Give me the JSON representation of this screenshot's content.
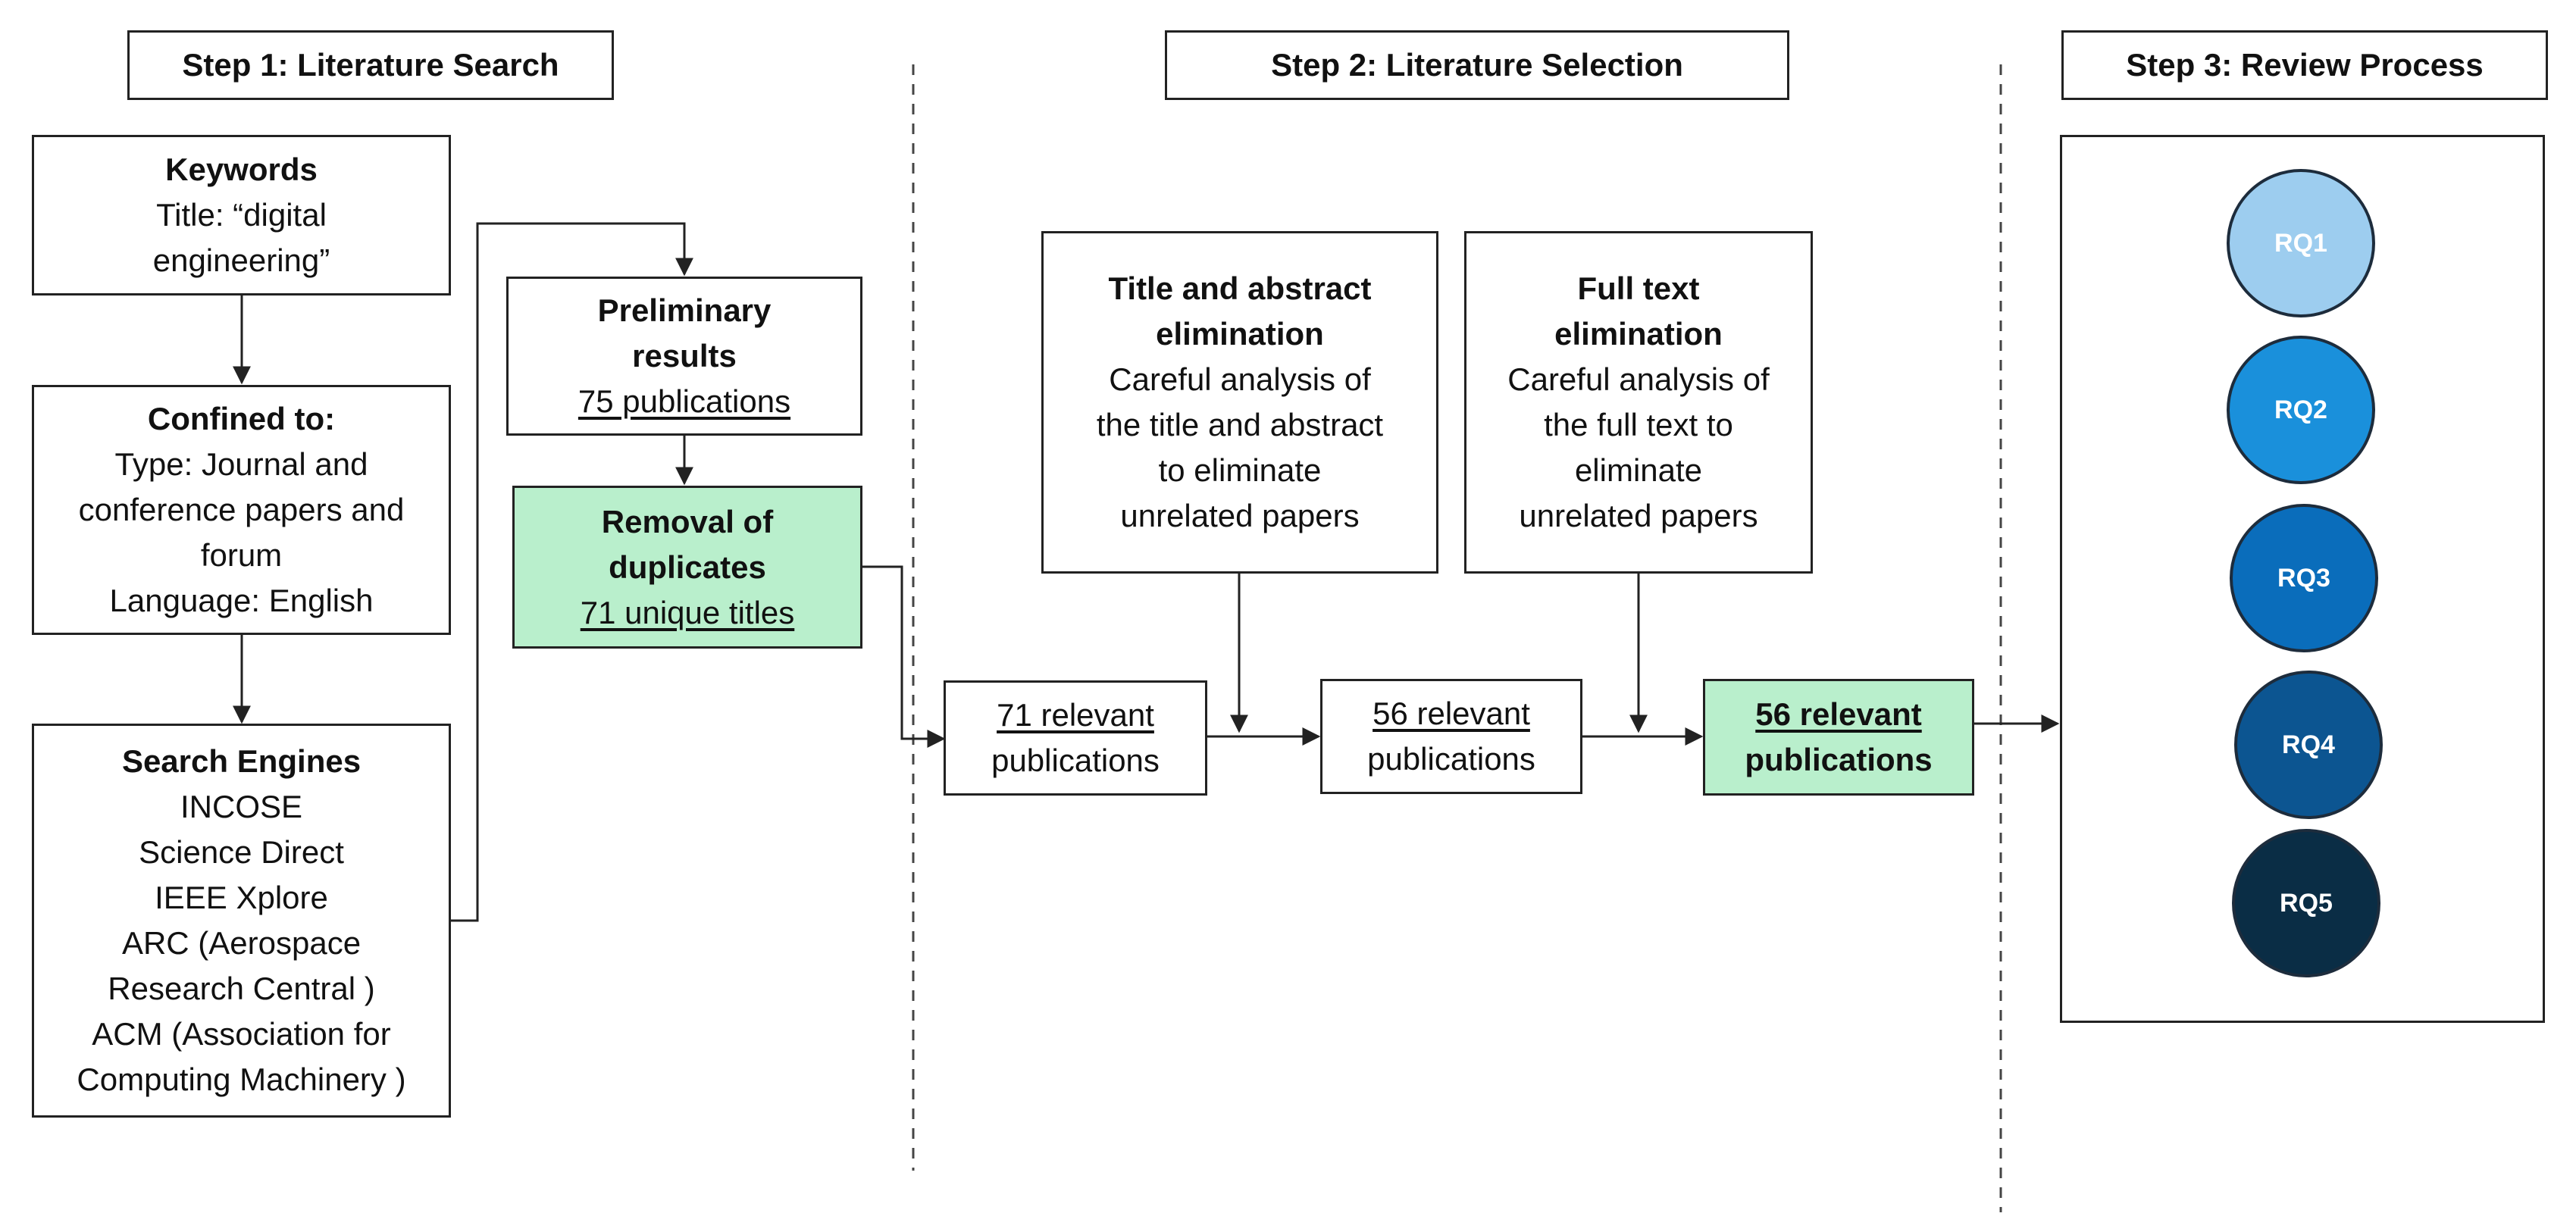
{
  "steps": {
    "step1": "Step 1: Literature Search",
    "step2": "Step 2: Literature Selection",
    "step3": "Step 3: Review Process"
  },
  "keywords": {
    "title": "Keywords",
    "lines": [
      "Title: “digital",
      "engineering”"
    ]
  },
  "confined": {
    "title": "Confined to:",
    "lines": [
      "Type: Journal and",
      "conference papers and",
      "forum",
      "Language: English"
    ]
  },
  "engines": {
    "title": "Search Engines",
    "lines": [
      "INCOSE",
      "Science Direct",
      "IEEE Xplore",
      "ARC (Aerospace",
      "Research Central )",
      "ACM (Association for",
      "Computing Machinery )"
    ]
  },
  "preliminary": {
    "title_lines": [
      "Preliminary",
      "results"
    ],
    "count": "75 publications"
  },
  "duplicates": {
    "title_lines": [
      "Removal of",
      "duplicates"
    ],
    "count": "71 unique titles"
  },
  "title_abstract": {
    "title_lines": [
      "Title and abstract",
      "elimination"
    ],
    "lines": [
      "Careful analysis of",
      "the  title and abstract",
      "to eliminate",
      "unrelated papers"
    ]
  },
  "full_text": {
    "title_lines": [
      "Full text",
      "elimination"
    ],
    "lines": [
      "Careful analysis of",
      "the full text to",
      "eliminate",
      "unrelated papers"
    ]
  },
  "rel71": {
    "count": "71 relevant",
    "label": "publications"
  },
  "rel56a": {
    "count": "56 relevant",
    "label": "publications"
  },
  "rel56b": {
    "count": "56 relevant",
    "label": "publications"
  },
  "rqs": [
    {
      "label": "RQ1",
      "color": "#9dcdef"
    },
    {
      "label": "RQ2",
      "color": "#1a90db"
    },
    {
      "label": "RQ3",
      "color": "#0a6dbb"
    },
    {
      "label": "RQ4",
      "color": "#0c5591"
    },
    {
      "label": "RQ5",
      "color": "#0a2d45"
    }
  ],
  "colors": {
    "highlight": "#b9efcc"
  }
}
